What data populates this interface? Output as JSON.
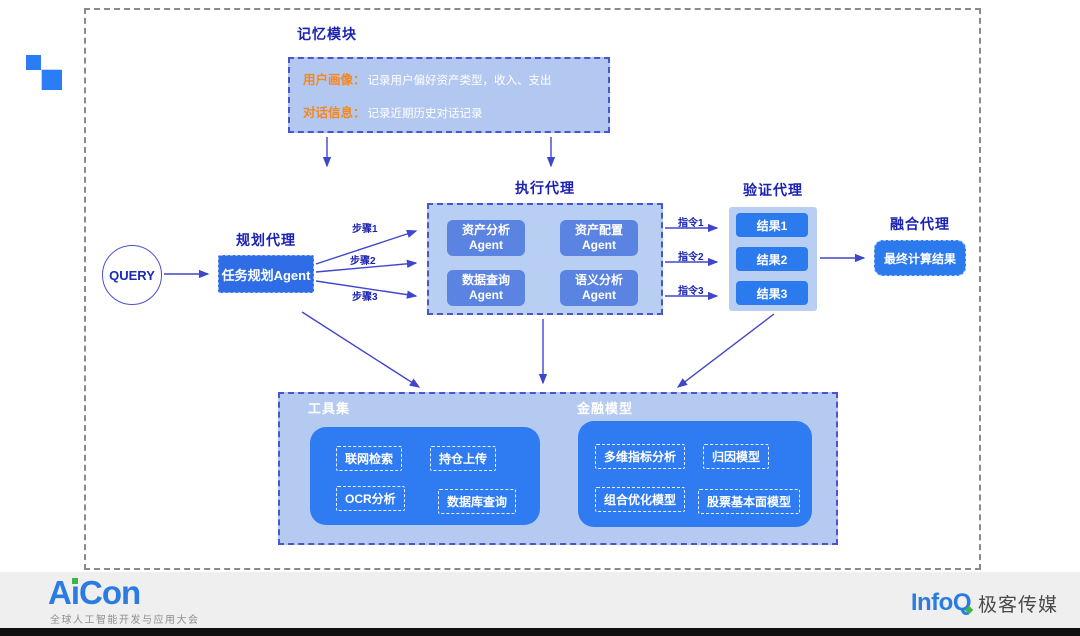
{
  "diagram": {
    "memory": {
      "title": "记忆模块",
      "rows": [
        {
          "label": "用户画像：",
          "text": "记录用户偏好资产类型，收入、支出"
        },
        {
          "label": "对话信息：",
          "text": "记录近期历史对话记录"
        }
      ]
    },
    "query": {
      "label": "QUERY"
    },
    "planning": {
      "title": "规划代理",
      "agent_label": "任务规划Agent",
      "steps": [
        "步骤1",
        "步骤2",
        "步骤3"
      ]
    },
    "execution": {
      "title": "执行代理",
      "agents": [
        {
          "line1": "资产分析",
          "line2": "Agent"
        },
        {
          "line1": "资产配置",
          "line2": "Agent"
        },
        {
          "line1": "数据查询",
          "line2": "Agent"
        },
        {
          "line1": "语义分析",
          "line2": "Agent"
        }
      ],
      "instructions": [
        "指令1",
        "指令2",
        "指令3"
      ]
    },
    "verification": {
      "title": "验证代理",
      "results": [
        "结果1",
        "结果2",
        "结果3"
      ]
    },
    "fusion": {
      "title": "融合代理",
      "box_label": "最终计算结果"
    },
    "tools": {
      "title": "工具集",
      "items": [
        "联网检索",
        "持仓上传",
        "OCR分析",
        "数据库查询"
      ]
    },
    "models": {
      "title": "金融模型",
      "items": [
        "多维指标分析",
        "归因模型",
        "组合优化模型",
        "股票基本面模型"
      ]
    }
  },
  "footer": {
    "aicon": {
      "a": "A",
      "i": "i",
      "con": "Con",
      "tagline": "全球人工智能开发与应用大会"
    },
    "infoq": {
      "info": "Info",
      "q": "Q",
      "suffix": "极客传媒"
    }
  },
  "colors": {
    "title_blue": "#1b22b2",
    "accent_blue": "#2b7aee",
    "agent_blue": "#5b84e2",
    "container_light_blue": "#b9cef3",
    "dashed_border_blue": "#4a55cf",
    "orange_label": "#f5871f",
    "arrow_indigo": "#4046cc",
    "logo_blue": "#2b7ce0",
    "logo_green": "#3cb54a"
  }
}
